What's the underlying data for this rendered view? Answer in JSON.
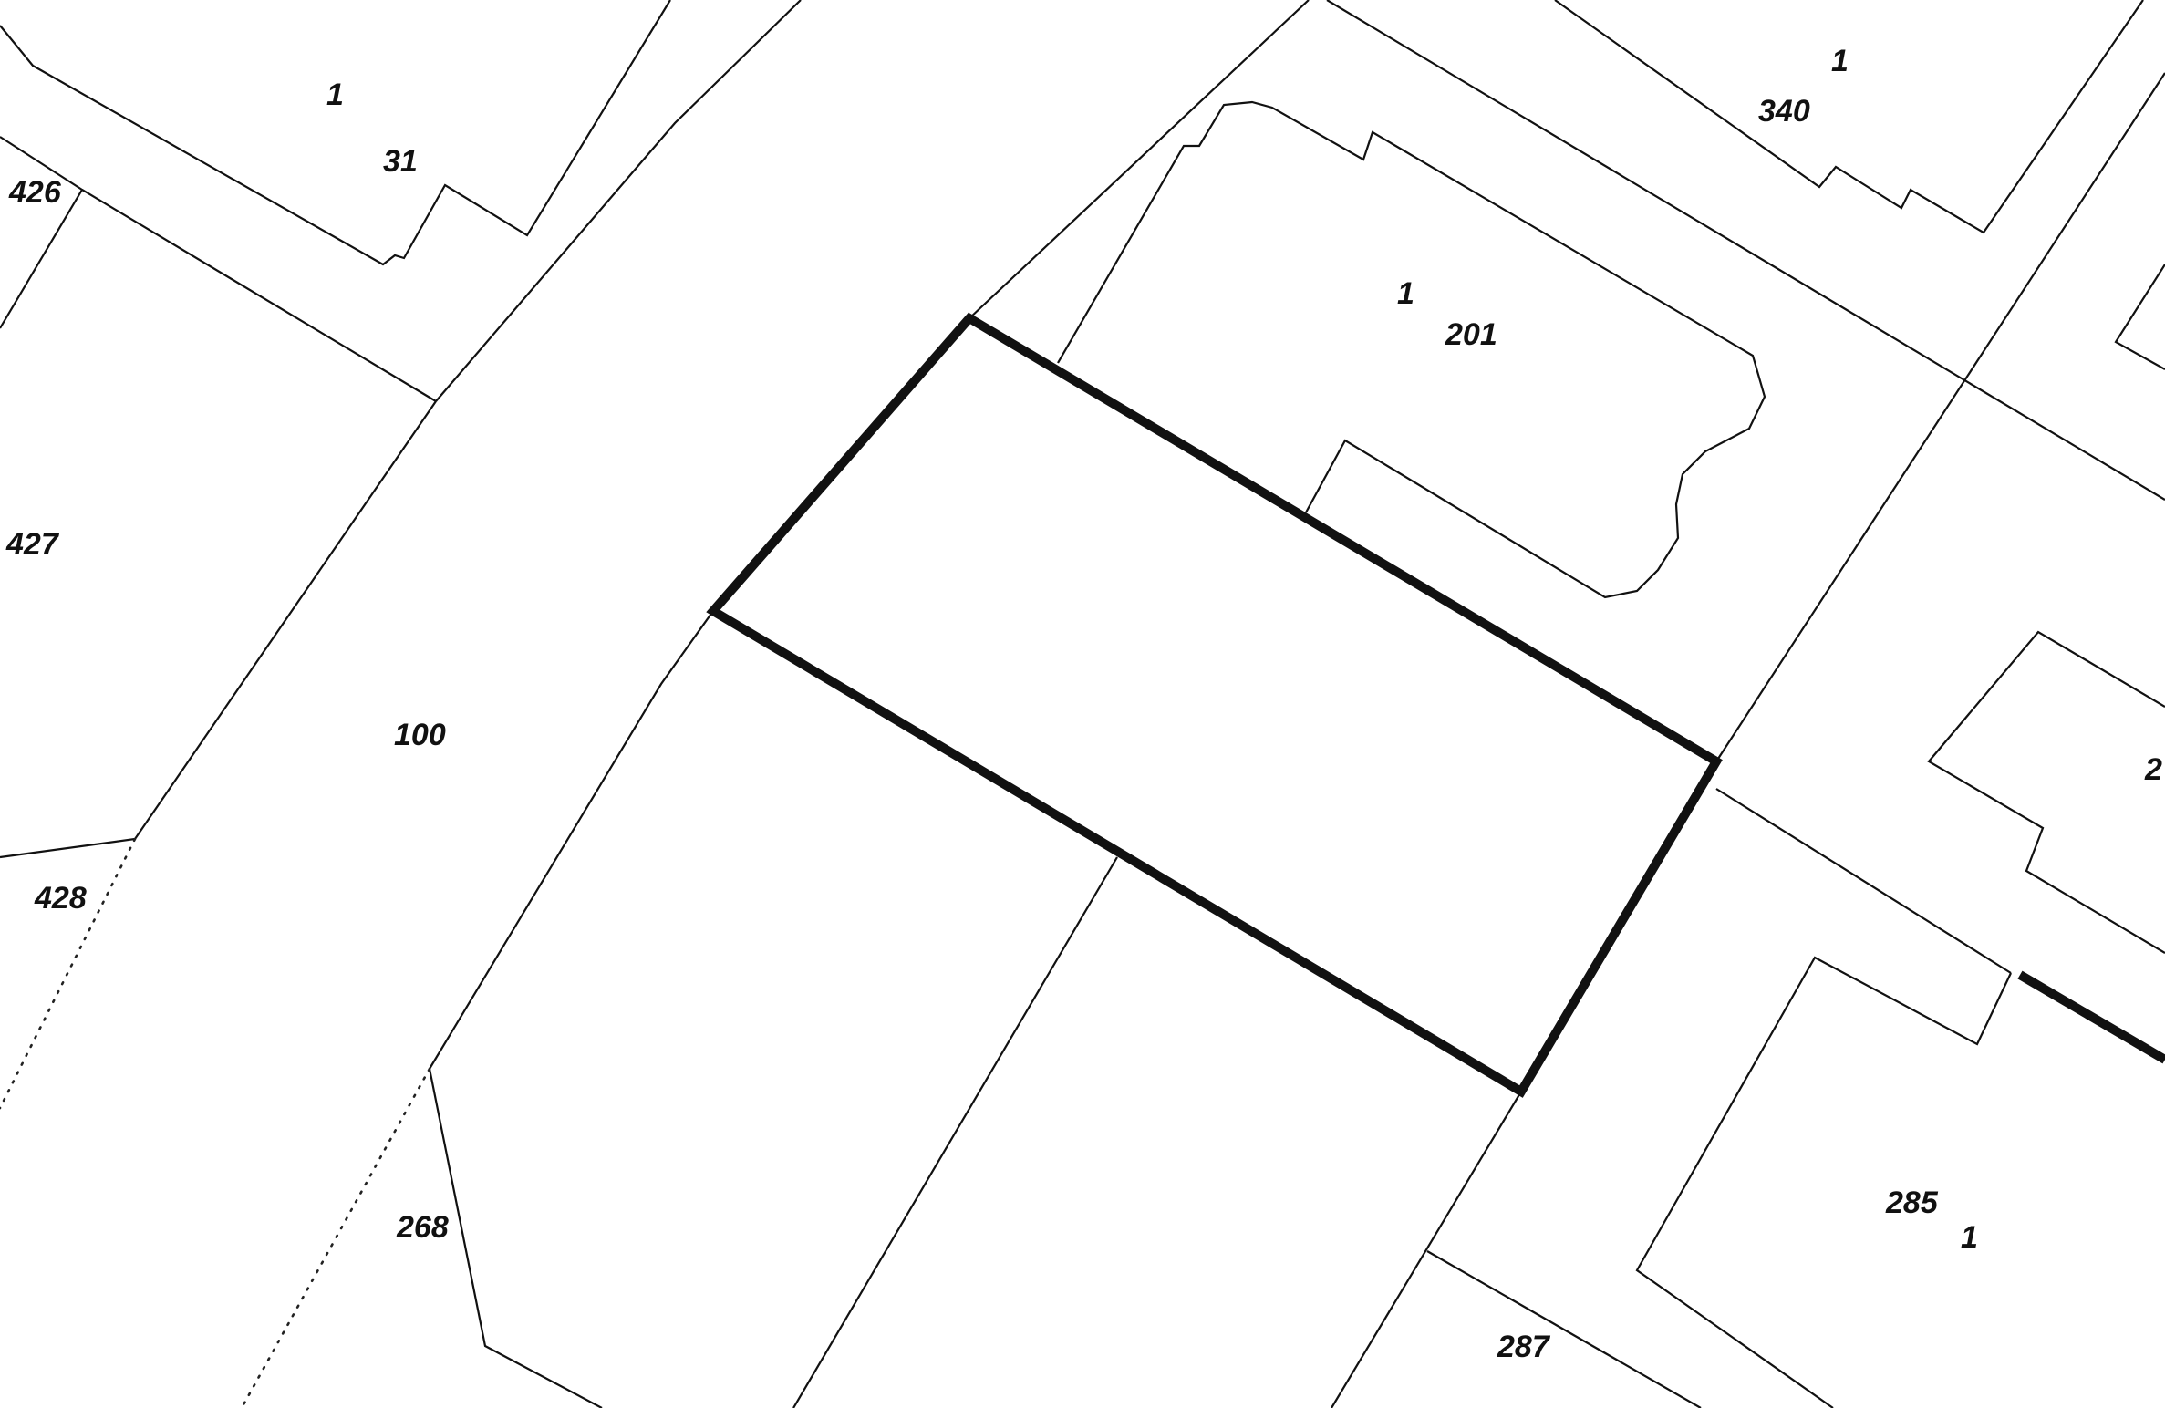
{
  "map": {
    "colors": {
      "background": "#ffffff",
      "line": "#111111"
    },
    "labels": {
      "label_1_a": "1",
      "label_31": "31",
      "label_426": "426",
      "label_427": "427",
      "label_100": "100",
      "label_428": "428",
      "label_268": "268",
      "label_1_b": "1",
      "label_201": "201",
      "label_1_c": "1",
      "label_340": "340",
      "label_2_partial": "2",
      "label_285": "285",
      "label_1_d": "1",
      "label_287": "287"
    }
  }
}
